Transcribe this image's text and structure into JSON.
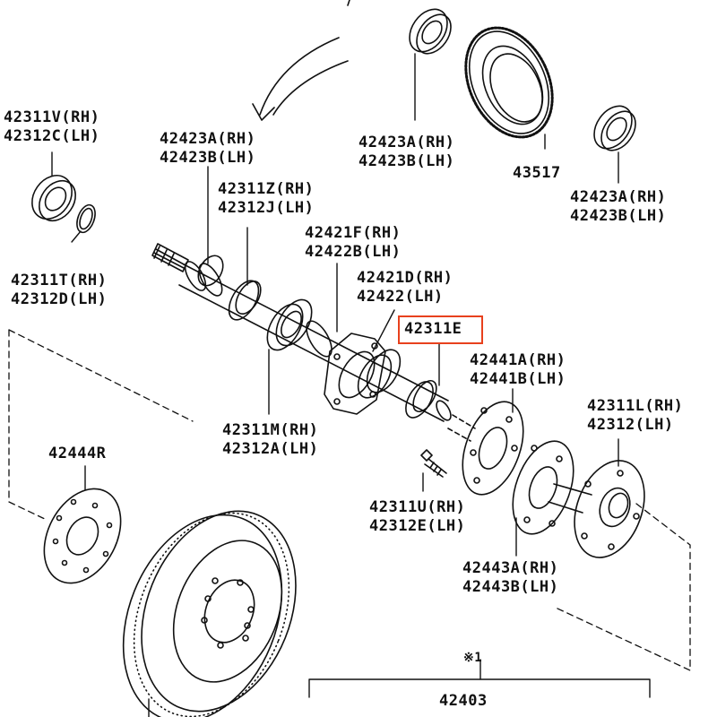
{
  "colors": {
    "ink": "#111111",
    "highlight": "#e8411d",
    "background": "#ffffff"
  },
  "parts": {
    "p42311V": [
      "42311V(RH)",
      "42312C(LH)"
    ],
    "p42311T": [
      "42311T(RH)",
      "42312D(LH)"
    ],
    "p42423A_shaft": [
      "42423A(RH)",
      "42423B(LH)"
    ],
    "p42423A_top": [
      "42423A(RH)",
      "42423B(LH)"
    ],
    "p42423A_right": [
      "42423A(RH)",
      "42423B(LH)"
    ],
    "p43517": "43517",
    "p42311Z": [
      "42311Z(RH)",
      "42312J(LH)"
    ],
    "p42421F": [
      "42421F(RH)",
      "42422B(LH)"
    ],
    "p42421D": [
      "42421D(RH)",
      "42422(LH)"
    ],
    "p42311E": "42311E",
    "p42441A": [
      "42441A(RH)",
      "42441B(LH)"
    ],
    "p42311L": [
      "42311L(RH)",
      "42312(LH)"
    ],
    "p42311M": [
      "42311M(RH)",
      "42312A(LH)"
    ],
    "p42444R": "42444R",
    "p42311U": [
      "42311U(RH)",
      "42312E(LH)"
    ],
    "p42443A": [
      "42443A(RH)",
      "42443B(LH)"
    ],
    "note_mark": "※1",
    "p42403": "42403"
  }
}
